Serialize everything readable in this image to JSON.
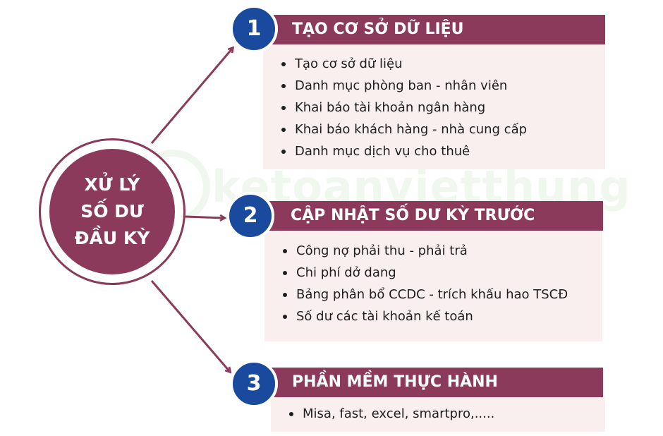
{
  "center": {
    "lines": [
      "XỬ LÝ",
      "SỐ DƯ",
      "ĐẦU KỲ"
    ]
  },
  "steps": [
    {
      "number": "1",
      "title": "TẠO CƠ SỞ DỮ LIỆU",
      "items": [
        "Tạo cơ sở dữ liệu",
        "Danh mục phòng ban - nhân viên",
        "Khai báo tài khoản ngân hàng",
        "Khai báo khách hàng - nhà cung cấp",
        "Danh mục dịch vụ cho thuê"
      ]
    },
    {
      "number": "2",
      "title": "CẬP NHẬT SỐ DƯ KỲ TRƯỚC",
      "items": [
        "Công nợ phải thu - phải trả",
        "Chi phí dở dang",
        "Bảng phân bổ CCDC - trích khấu hao TSCĐ",
        "Số dư các tài khoản kế toán"
      ]
    },
    {
      "number": "3",
      "title": "PHẦN MỀM THỰC HÀNH",
      "items": [
        "Misa, fast, excel, smartpro,....."
      ]
    }
  ],
  "watermark": "ketoanvietthung",
  "colors": {
    "primary": "#8b3a5b",
    "badge": "#1a4a9e",
    "body_bg": "#f8efee"
  }
}
